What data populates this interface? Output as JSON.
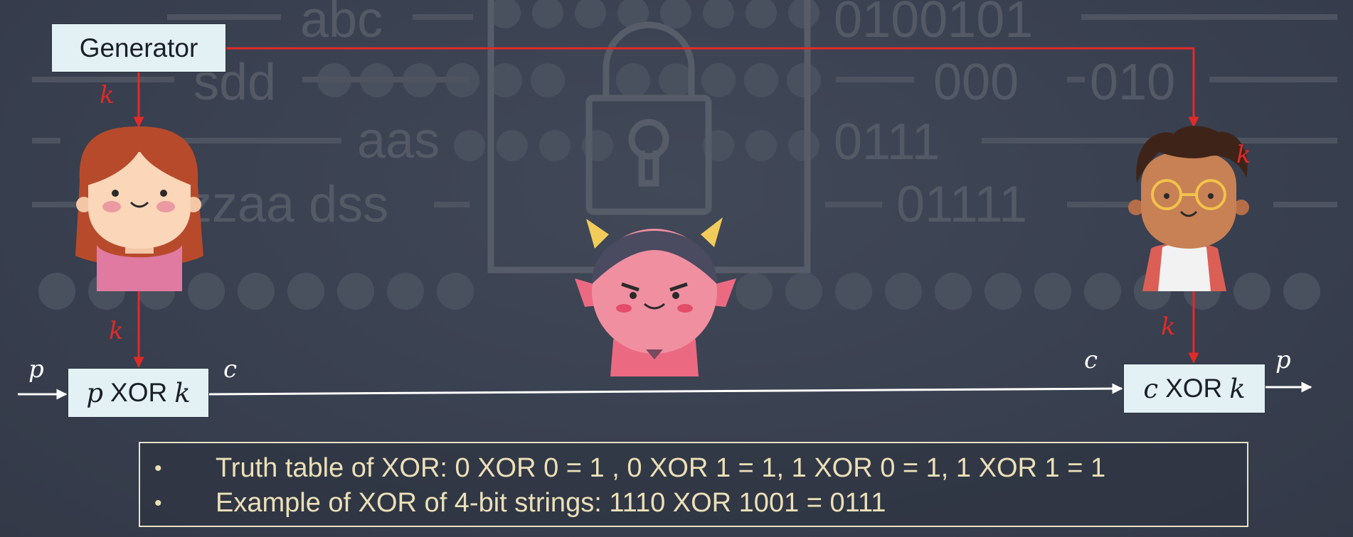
{
  "background": {
    "words": [
      "abc",
      "sdd",
      "aas",
      "zzaa dss",
      "0100101",
      "000",
      "010",
      "0111",
      "01111"
    ],
    "colors": {
      "base": "#3a4150",
      "faint": "#535a66"
    }
  },
  "diagram": {
    "generator_label": "Generator",
    "key_label": "k",
    "plaintext_label": "p",
    "ciphertext_label": "c",
    "encrypt_box": {
      "left_var": "p",
      "op": "XOR",
      "right_var": "k"
    },
    "decrypt_box": {
      "left_var": "c",
      "op": "XOR",
      "right_var": "k"
    },
    "actors": [
      "alice",
      "eve",
      "bob"
    ],
    "icons": [
      "lock-icon",
      "girl-avatar-icon",
      "devil-avatar-icon",
      "boy-avatar-icon"
    ],
    "colors": {
      "key_arrow": "#e12a28",
      "data_arrow": "#ffffff",
      "box_fill": "#e3f1f5",
      "note_text": "#ece0b8"
    }
  },
  "notes": [
    "Truth table of XOR: 0 XOR 0 = 1 , 0 XOR 1 = 1, 1 XOR 0 = 1, 1 XOR 1 = 1",
    "Example of XOR of 4-bit strings: 1110 XOR 1001 = 0111"
  ]
}
